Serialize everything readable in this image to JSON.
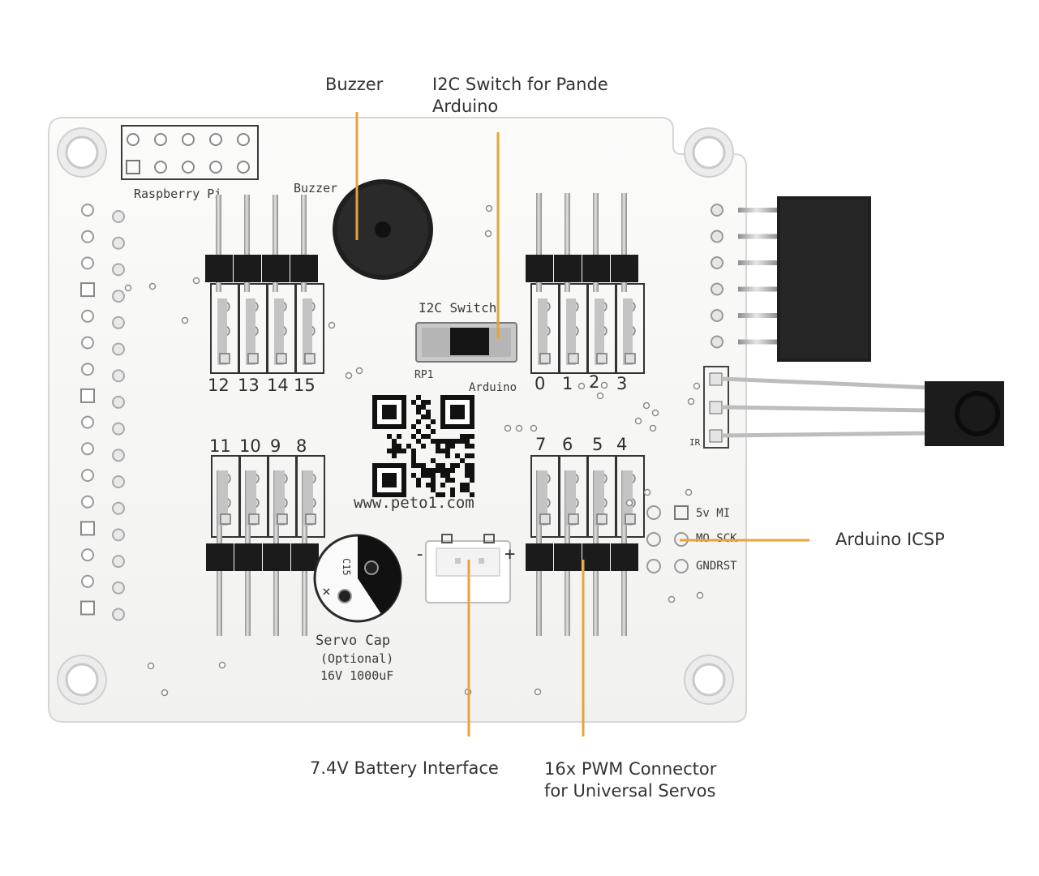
{
  "callouts": {
    "buzzer": "Buzzer",
    "i2c_line1": "I2C Switch for Pande",
    "i2c_line2": "Arduino",
    "icsp": "Arduino ICSP",
    "battery": "7.4V Battery Interface",
    "pwm_line1": "16x PWM Connector",
    "pwm_line2": "for Universal Servos"
  },
  "silkscreen": {
    "raspberry": "Raspberry Pi",
    "buzzer": "Buzzer",
    "i2c_switch": "I2C Switch",
    "rp1": "RP1",
    "arduino": "Arduino",
    "ir": "IR",
    "url": "www.peto1.com",
    "c15": "C15",
    "servo_cap": "Servo Cap",
    "optional": "(Optional)",
    "cap_spec": "16V 1000uF",
    "icsp_row1": "5v MI",
    "icsp_row2": "MO SCK",
    "icsp_row3": "GNDRST",
    "minus": "-",
    "plus": "+"
  },
  "channels": {
    "top_left": [
      "12",
      "13",
      "14",
      "15"
    ],
    "top_right": [
      "0",
      "1",
      "2",
      "3"
    ],
    "bottom_left": [
      "11",
      "10",
      "9",
      "8"
    ],
    "bottom_right": [
      "7",
      "6",
      "5",
      "4"
    ]
  },
  "colors": {
    "leader_line": "#e8a33d",
    "board": "#f7f7f5",
    "board_edge": "#dcdcdc",
    "header_black": "#1b1b1b",
    "pin_silver": "#b9b9b9"
  }
}
